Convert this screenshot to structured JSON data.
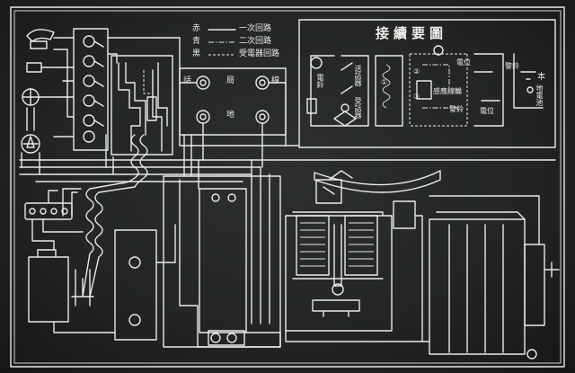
{
  "legend": {
    "rows": [
      {
        "color_name": "赤",
        "line_style": "solid",
        "label": "一次回路"
      },
      {
        "color_name": "青",
        "line_style": "dash-dot",
        "label": "二次回路"
      },
      {
        "color_name": "黒",
        "line_style": "dashed",
        "label": "受電器回路"
      }
    ]
  },
  "key_diagram": {
    "title": "接續要圖",
    "labels": {
      "send_key": "送話器",
      "receive_ring": "受話器",
      "bell_left": "警鈴",
      "bell_right": "警鈴",
      "switch_a": "電位",
      "switch_b": "電位",
      "coil": "感應線輪",
      "mark1": "①",
      "mark2": "②",
      "mark3": "③",
      "earth_label": "本",
      "earth_sub": "地電池",
      "left_small": "電鈴"
    }
  },
  "terminal_block": {
    "labels": [
      "話",
      "局",
      "線",
      "地"
    ]
  },
  "colors": {
    "board": "#232624",
    "ink": "#e9ebe6"
  }
}
